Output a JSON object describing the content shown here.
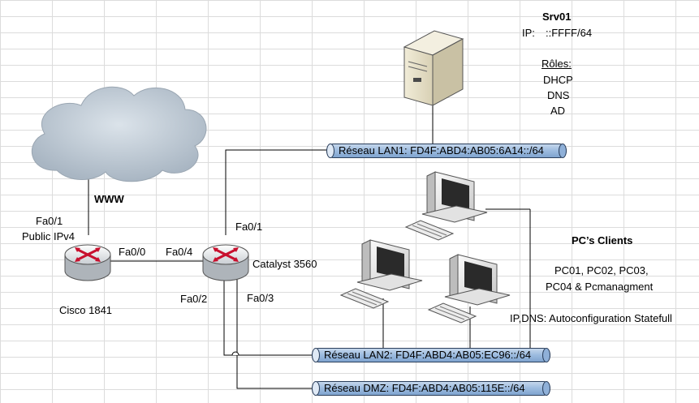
{
  "server": {
    "name": "Srv01",
    "ip_label": "IP:",
    "ip_value": "::FFFF/64",
    "roles_title": "Rôles:",
    "roles": [
      "DHCP",
      "DNS",
      "AD"
    ]
  },
  "cloud": {
    "label": "WWW"
  },
  "router": {
    "name": "Cisco 1841",
    "port_wan": "Fa0/1",
    "wan_note": "Public IPv4",
    "port_lan": "Fa0/0"
  },
  "switch": {
    "name": "Catalyst 3560",
    "port_uplink": "Fa0/4",
    "port_lan1": "Fa0/1",
    "port_lan2": "Fa0/2",
    "port_dmz": "Fa0/3"
  },
  "networks": {
    "lan1": "Réseau LAN1: FD4F:ABD4:AB05:6A14::/64",
    "lan2": "Réseau LAN2: FD4F:ABD4:AB05:EC96::/64",
    "dmz": "Réseau DMZ: FD4F:ABD4:AB05:115E::/64"
  },
  "clients": {
    "title": "PC’s Clients",
    "line1": "PC01, PC02, PC03,",
    "line2": "PC04 & Pcmanagment",
    "config": "IP,DNS: Autoconfiguration Statefull"
  },
  "colors": {
    "bus_fill": "#9fbde0",
    "bus_border": "#2b3f5c",
    "router_x": "#c8102e",
    "cloud": "#b7c3cf"
  }
}
